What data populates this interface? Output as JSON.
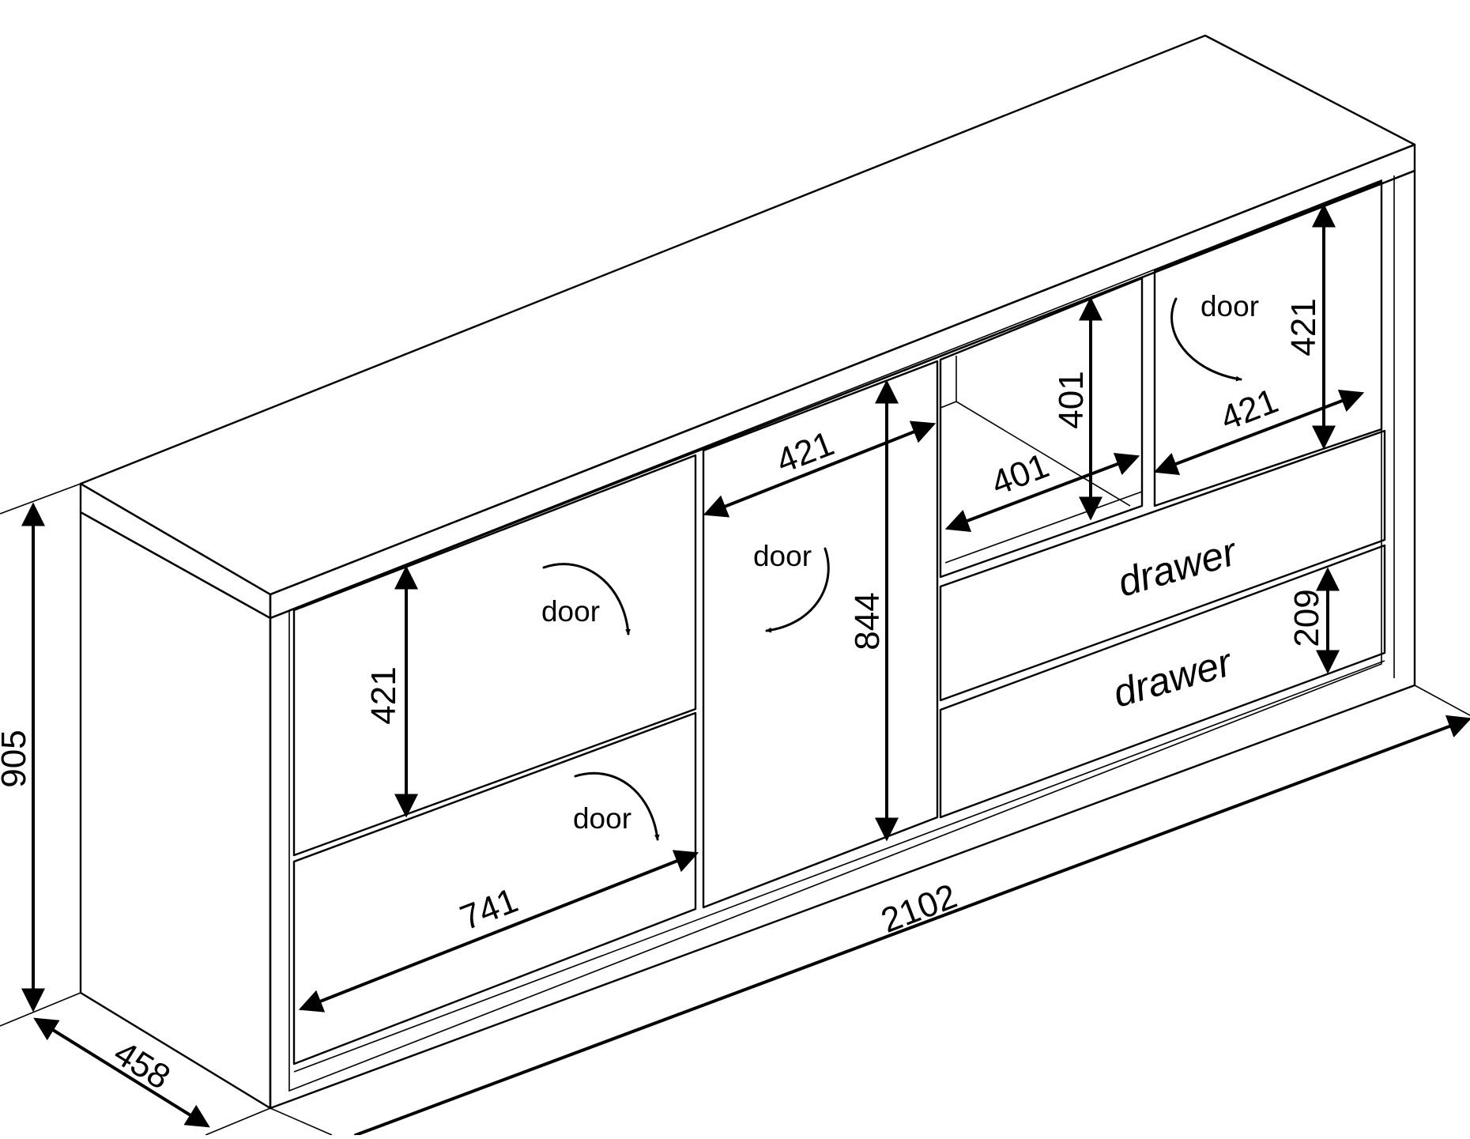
{
  "dimensions": {
    "overall_height": "905",
    "overall_depth": "458",
    "overall_width": "2102",
    "left_door_height": "421",
    "left_width": "741",
    "middle_door_width": "421",
    "middle_door_height": "844",
    "niche_height": "401",
    "niche_width": "401",
    "right_door_height": "421",
    "right_door_width": "421",
    "drawer_height": "209"
  },
  "labels": {
    "door_upper_left": "door",
    "door_lower_left": "door",
    "door_middle": "door",
    "door_upper_right": "door",
    "drawer_upper": "drawer",
    "drawer_lower": "drawer"
  },
  "colors": {
    "line": "#000000",
    "background": "#ffffff"
  }
}
